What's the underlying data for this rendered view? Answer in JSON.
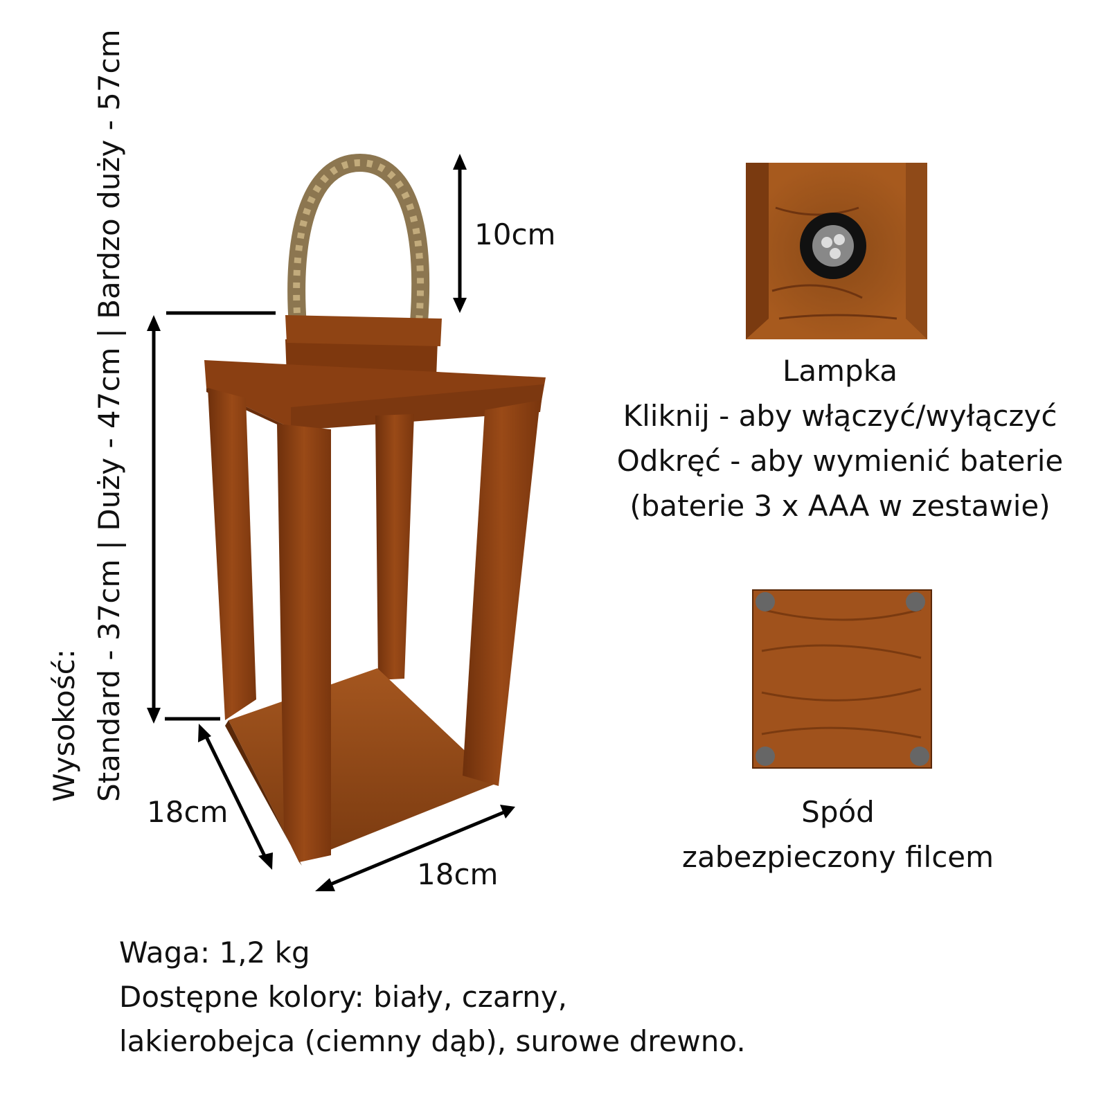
{
  "height": {
    "label": "Wysokość:",
    "sizes": "Standard - 37cm | Duży - 47cm | Bardzo duży - 57cm"
  },
  "dimensions": {
    "handle": "10cm",
    "depth": "18cm",
    "width": "18cm"
  },
  "lamp": {
    "title": "Lampka",
    "line1": "Kliknij - aby włączyć/wyłączyć",
    "line2": "Odkręć - aby wymienić baterie",
    "line3": "(baterie 3 x AAA w zestawie)"
  },
  "bottom": {
    "title": "Spód",
    "line1": "zabezpieczony filcem"
  },
  "specs": {
    "weight": "Waga: 1,2 kg",
    "colors1": "Dostępne kolory: biały, czarny,",
    "colors2": "lakierobejca (ciemny dąb), surowe drewno."
  },
  "colors": {
    "wood": "#8a3f12",
    "wood_dark": "#5e2a0b",
    "wood_light": "#a8551c",
    "rope": "#a08a62"
  }
}
